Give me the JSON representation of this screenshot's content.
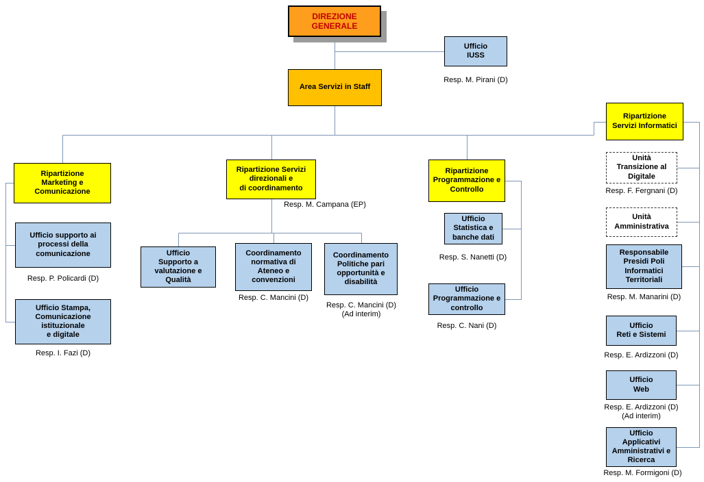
{
  "colors": {
    "root_bg": "#FF9E1C",
    "root_text": "#C00000",
    "staff_bg": "#FFC000",
    "unit_bg": "#FFFF00",
    "office_bg": "#B5D1EC",
    "connector": "#7E96B4"
  },
  "nodes": {
    "direzione_generale": {
      "label": "DIREZIONE\nGENERALE"
    },
    "ufficio_iuss": {
      "label": "Ufficio\nIUSS",
      "resp": "Resp. M. Pirani (D)"
    },
    "area_servizi": {
      "label": "Area Servizi in Staff"
    },
    "rip_marketing": {
      "label": "Ripartizione\nMarketing e\nComunicazione"
    },
    "ufficio_supporto_comunicazione": {
      "label": "Ufficio supporto ai\nprocessi della\ncomunicazione",
      "resp": "Resp. P. Policardi (D)"
    },
    "ufficio_stampa": {
      "label": "Ufficio Stampa,\nComunicazione\nistituzionale\ne digitale",
      "resp": "Resp. I. Fazi (D)"
    },
    "rip_direzionali": {
      "label": "Ripartizione Servizi\ndirezionali e\ndi coordinamento",
      "resp": "Resp. M. Campana (EP)"
    },
    "ufficio_valutazione": {
      "label": "Ufficio\nSupporto a\nvalutazione e\nQualità"
    },
    "coord_normativa": {
      "label": "Coordinamento\nnormativa di\nAteneo e\nconvenzioni",
      "resp": "Resp. C. Mancini (D)"
    },
    "coord_politiche": {
      "label": "Coordinamento\nPolitiche pari\nopportunità e\ndisabilità",
      "resp": "Resp. C. Mancini (D)\n(Ad interim)"
    },
    "rip_programmazione": {
      "label": "Ripartizione\nProgrammazione e\nControllo"
    },
    "ufficio_statistica": {
      "label": "Ufficio\nStatistica e\nbanche dati",
      "resp": "Resp. S. Nanetti (D)"
    },
    "ufficio_programmazione": {
      "label": "Ufficio\nProgrammazione e\ncontrollo",
      "resp": "Resp. C. Nani (D)"
    },
    "rip_informatici": {
      "label": "Ripartizione\nServizi Informatici"
    },
    "unita_transizione": {
      "label": "Unità\nTransizione al\nDigitale",
      "resp": "Resp. F. Fergnani (D)"
    },
    "unita_amministrativa": {
      "label": "Unità\nAmministrativa"
    },
    "resp_presidi": {
      "label": "Responsabile\nPresidi Poli\nInformatici\nTerritoriali",
      "resp": "Resp. M. Manarini (D)"
    },
    "ufficio_reti": {
      "label": "Ufficio\nReti e Sistemi",
      "resp": "Resp. E. Ardizzoni (D)"
    },
    "ufficio_web": {
      "label": "Ufficio\nWeb",
      "resp": "Resp. E. Ardizzoni (D)\n(Ad interim)"
    },
    "ufficio_applicativi": {
      "label": "Ufficio\nApplicativi\nAmministrativi e\nRicerca",
      "resp": "Resp. M. Formigoni (D)"
    }
  }
}
